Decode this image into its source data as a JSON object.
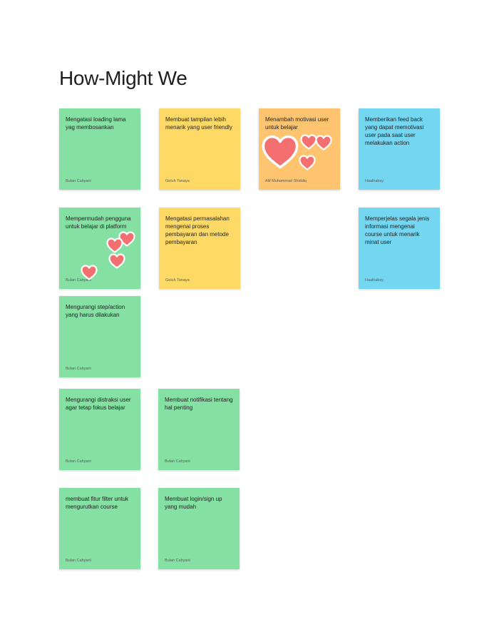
{
  "board": {
    "title": "How-Might We"
  },
  "stickies": [
    {
      "id": "s1",
      "text": "Mengatasi loading lama yag membosankan",
      "author": "Bulan Cahyani"
    },
    {
      "id": "s2",
      "text": "Membuat tampilan lebih menarik yang user friendly",
      "author": "Geluh Tanaya"
    },
    {
      "id": "s3",
      "text": "Menambah motivasi user untuk belajar",
      "author": "Alif Muhammad Shiddiq"
    },
    {
      "id": "s4",
      "text": "Memberikan feed back yang dapat memotivasi user pada saat user melakukan action",
      "author": "Haalhabsy"
    },
    {
      "id": "s5",
      "text": "Mempermudah pengguna untuk belajar di platform",
      "author": "Bulan Cahyani"
    },
    {
      "id": "s6",
      "text": "Mengatasi permasalahan mengenai proses pembayaran dan metode pembayaran",
      "author": "Geluh Tanaya"
    },
    {
      "id": "s7",
      "text": "Memperjelas segala jenis informasi mengenai course untuk menarik minat user",
      "author": "Haalhabsy"
    },
    {
      "id": "s8",
      "text": "Mengurangi step/action yang harus dilakukan",
      "author": "Bulan Cahyani"
    },
    {
      "id": "s9",
      "text": "Mengurangi distraksi user agar tetap fokus belajar",
      "author": "Bulan Cahyani"
    },
    {
      "id": "s10",
      "text": "Membuat notifikasi tentang hal penting",
      "author": "Bulan Cahyani"
    },
    {
      "id": "s11",
      "text": "membuat fitur filter untuk mengurutkan course",
      "author": "Bulan Cahyani"
    },
    {
      "id": "s12",
      "text": "Membuat login/sign up yang mudah",
      "author": "Bulan Cahyani"
    }
  ],
  "colors": {
    "green": "#85e0a3",
    "yellow": "#ffd966",
    "orange": "#ffc470",
    "blue": "#74d6f0",
    "heart": "#f47070"
  },
  "icons": {
    "reaction": "heart-icon"
  }
}
